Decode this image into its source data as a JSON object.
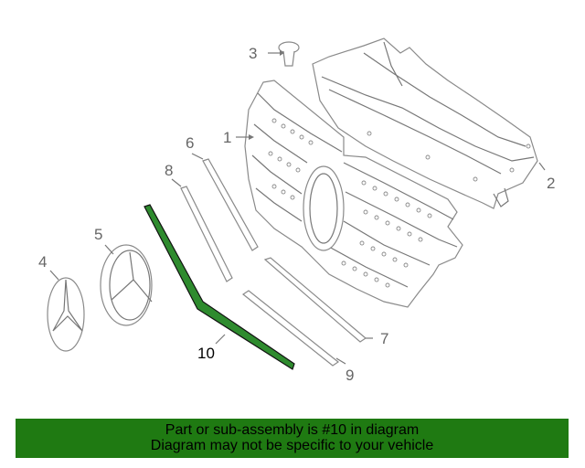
{
  "callouts": {
    "c1": "1",
    "c2": "2",
    "c3": "3",
    "c4": "4",
    "c5": "5",
    "c6": "6",
    "c7": "7",
    "c8": "8",
    "c9": "9",
    "c10": "10"
  },
  "banner": {
    "line1": "Part or sub-assembly is #10 in diagram",
    "line2": "Diagram may not be specific to your vehicle"
  },
  "colors": {
    "highlight_fill": "#2e8b2e",
    "banner_bg": "#1f7a12"
  }
}
